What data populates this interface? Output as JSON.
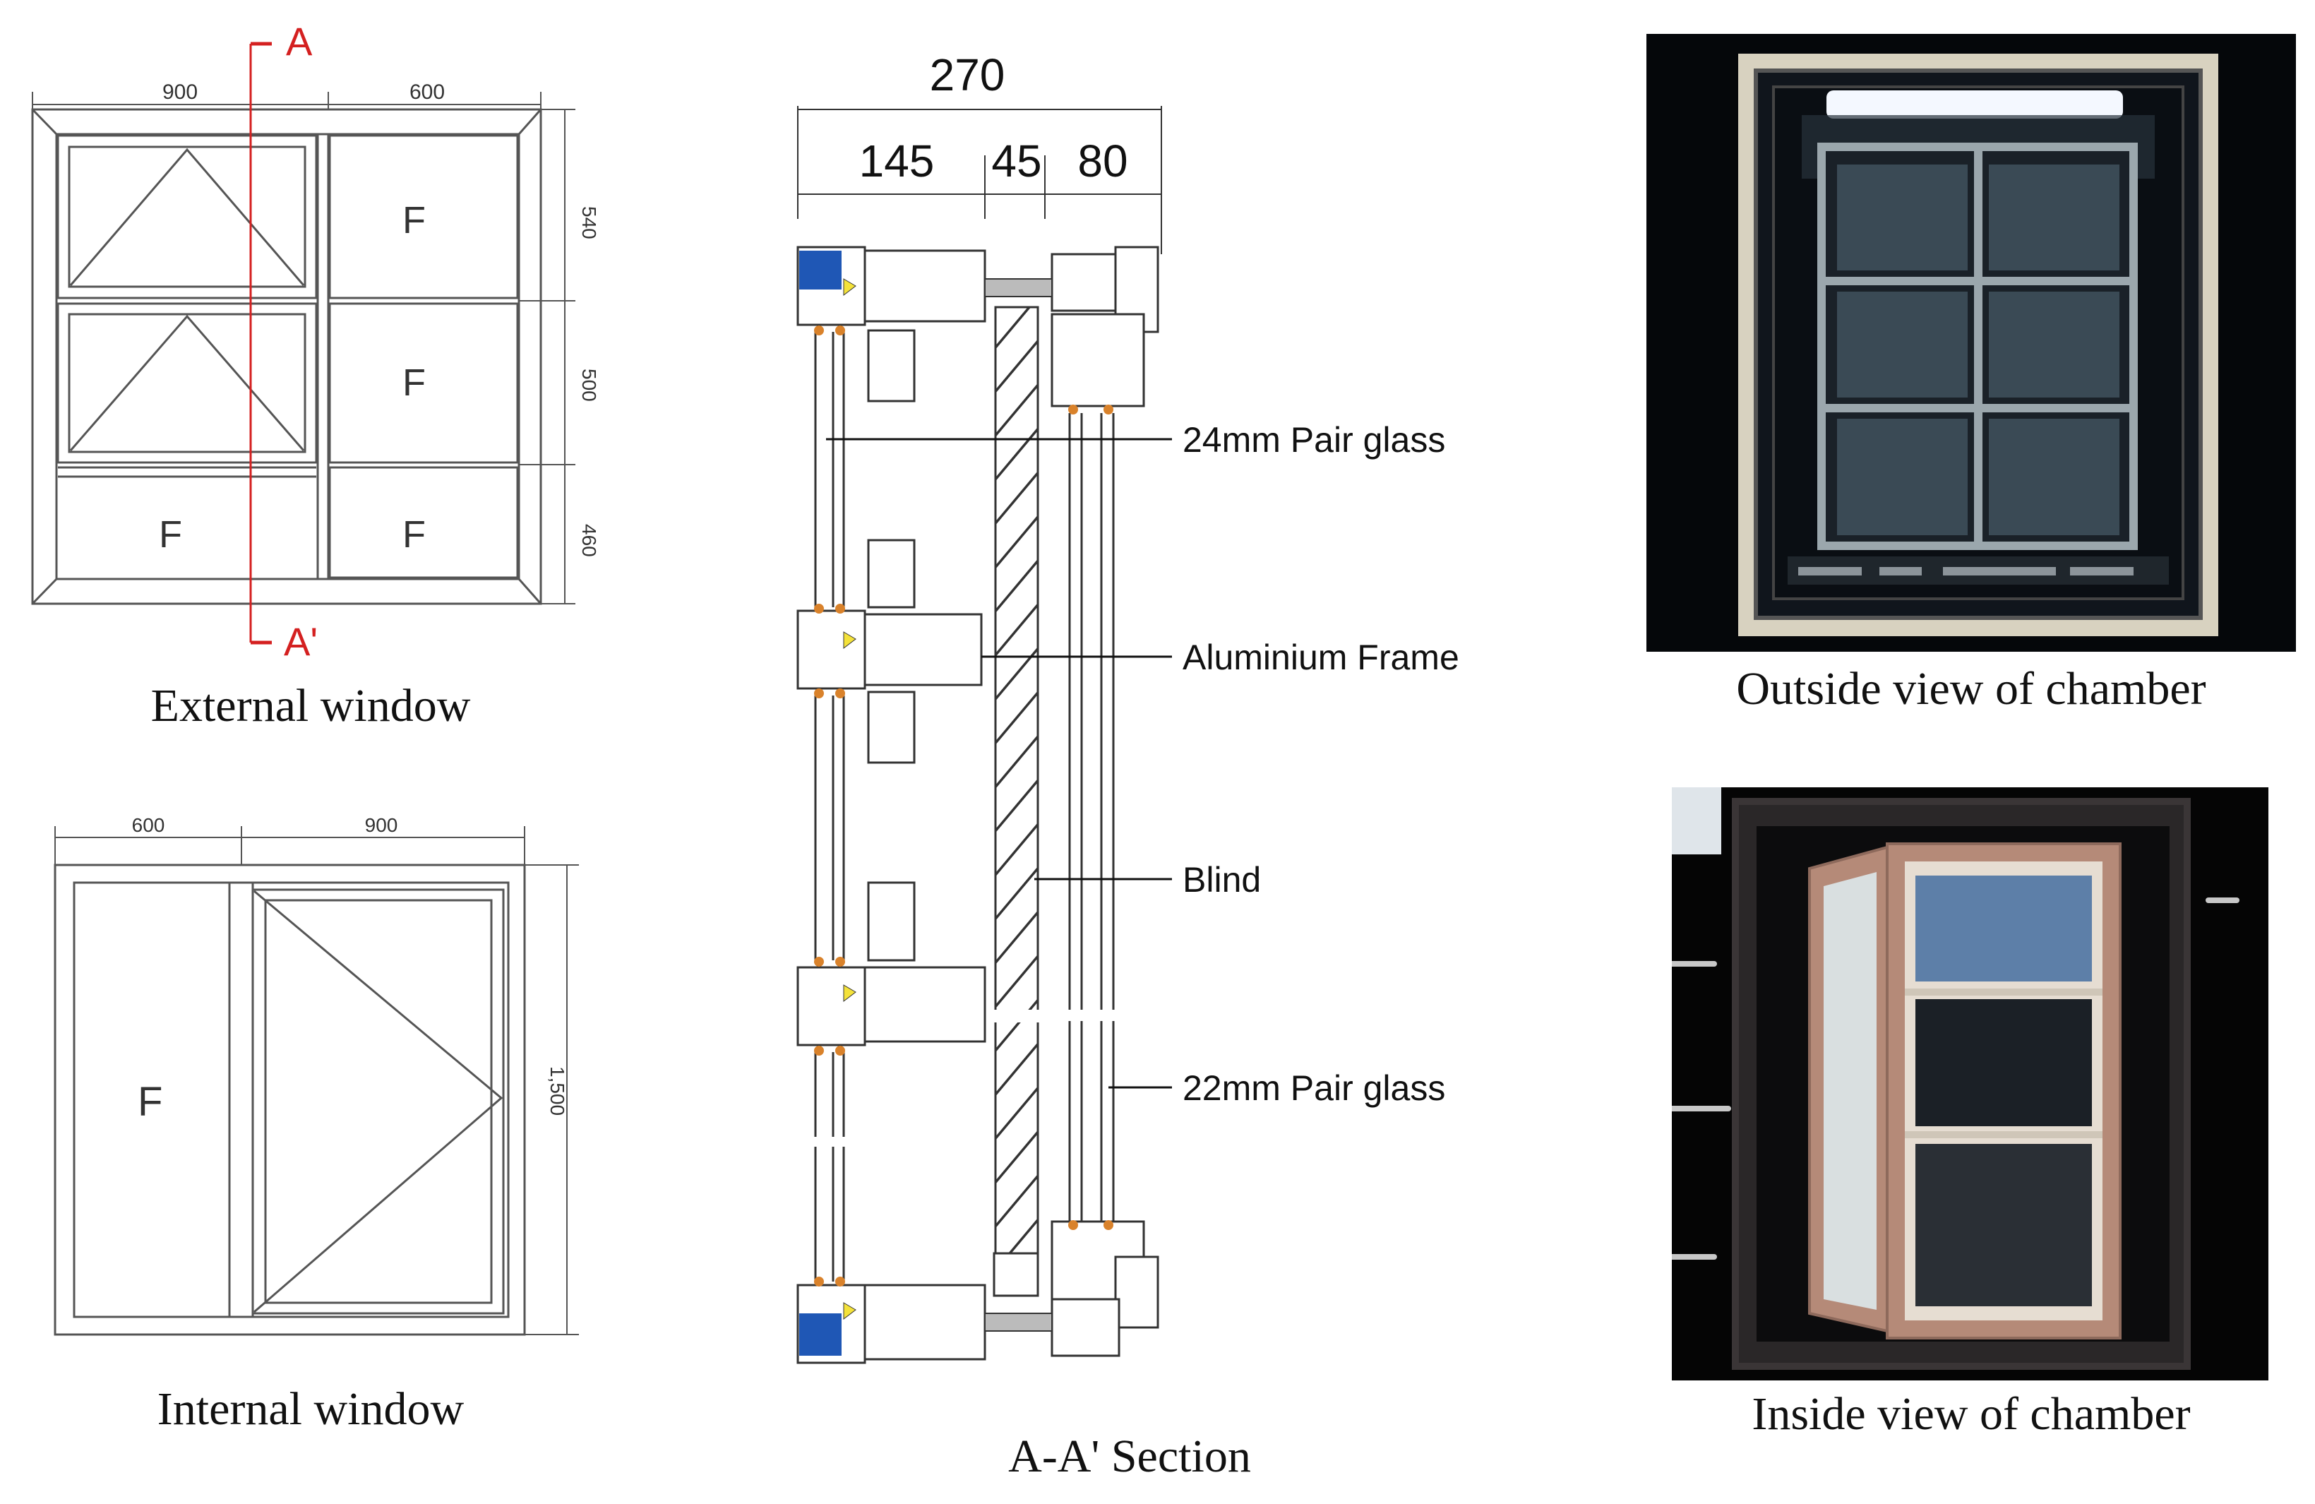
{
  "external_window": {
    "caption": "External window",
    "dims": {
      "width_left": "900",
      "width_right": "600",
      "h1": "540",
      "h2": "500",
      "h3": "460"
    },
    "section_mark_top": "A",
    "section_mark_bottom": "A'",
    "fixed_label": "F"
  },
  "internal_window": {
    "caption": "Internal window",
    "dims": {
      "width_left": "600",
      "width_right": "900",
      "height": "1,500"
    },
    "fixed_label": "F"
  },
  "section": {
    "caption": "A-A' Section",
    "dims": {
      "total": "270",
      "d1": "145",
      "d2": "45",
      "d3": "80"
    },
    "labels": {
      "pair_glass_24": "24mm Pair glass",
      "aluminium_frame": "Aluminium Frame",
      "blind": "Blind",
      "pair_glass_22": "22mm Pair glass"
    }
  },
  "photos": {
    "outside_caption": "Outside view of chamber",
    "inside_caption": "Inside view of chamber"
  },
  "colors": {
    "section_mark": "#d42020",
    "insulation_blue": "#1f57b5",
    "gasket_orange": "#d9822b",
    "seal_yellow": "#f4e23a"
  }
}
